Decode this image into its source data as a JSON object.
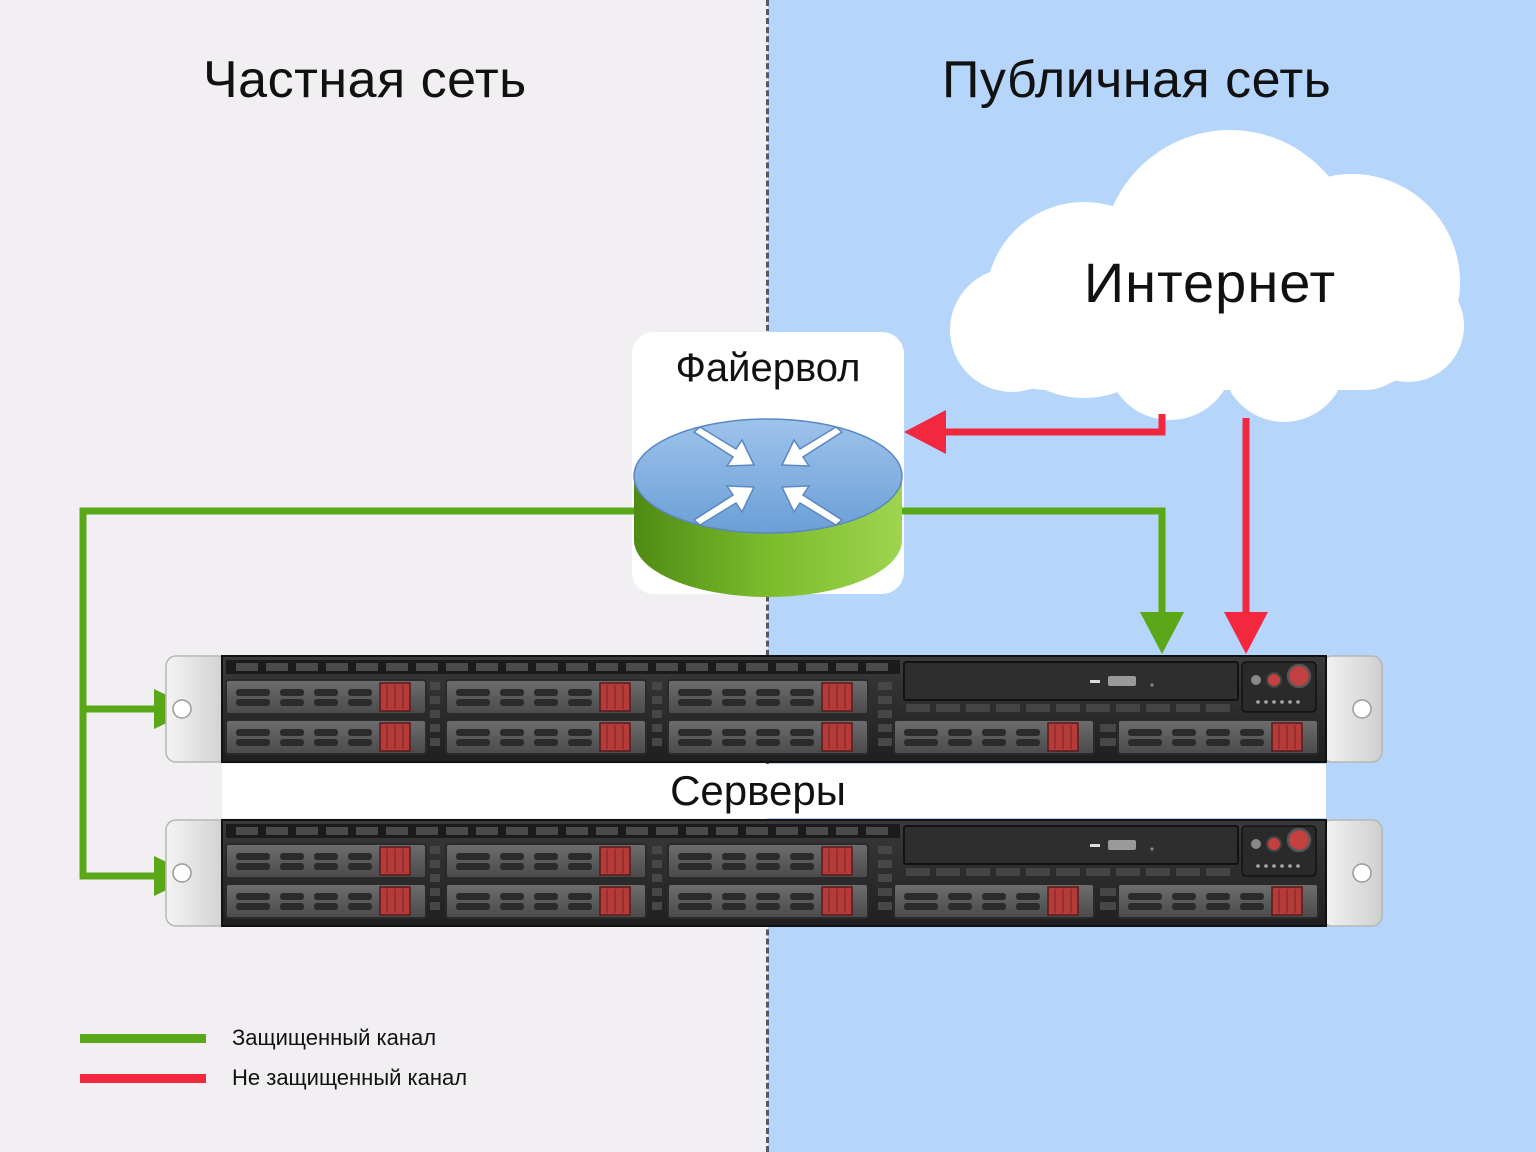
{
  "zones": {
    "private_title": "Частная сеть",
    "public_title": "Публичная сеть",
    "private_bg": "#f2eff3",
    "public_bg": "#b5d5fb"
  },
  "nodes": {
    "firewall_label": "Файервол",
    "internet_label": "Интернет",
    "servers_label": "Серверы"
  },
  "legend": {
    "secure_label": "Защищенный канал",
    "insecure_label": "Не защищенный канал",
    "secure_color": "#5aa818",
    "insecure_color": "#f3283f"
  }
}
